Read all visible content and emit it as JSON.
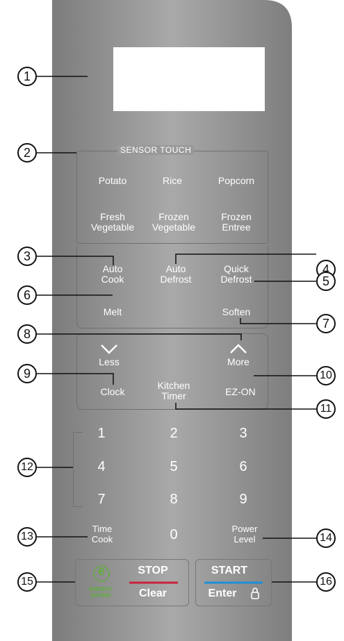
{
  "display_label": "",
  "sensor_touch": {
    "title": "SENSOR TOUCH",
    "buttons": [
      "Potato",
      "Rice",
      "Popcorn",
      "Fresh\nVegetable",
      "Frozen\nVegetable",
      "Frozen\nEntree"
    ]
  },
  "cook_group": {
    "auto_cook": "Auto\nCook",
    "auto_defrost": "Auto\nDefrost",
    "quick_defrost": "Quick\nDefrost",
    "melt": "Melt",
    "soften": "Soften"
  },
  "adjust_group": {
    "less": "Less",
    "more": "More",
    "clock": "Clock",
    "kitchen_timer": "Kitchen\nTimer",
    "ez_on": "EZ-ON"
  },
  "keypad": [
    "1",
    "2",
    "3",
    "4",
    "5",
    "6",
    "7",
    "8",
    "9"
  ],
  "zero": "0",
  "time_cook": "Time\nCook",
  "power_level": "Power\nLevel",
  "energy_saving": {
    "letter": "e",
    "text": "ENERGY\nSAVING"
  },
  "stop_clear": {
    "top": "STOP",
    "bottom": "Clear"
  },
  "start_enter": {
    "top": "START",
    "bottom": "Enter"
  },
  "callouts": [
    "1",
    "2",
    "3",
    "4",
    "5",
    "6",
    "7",
    "8",
    "9",
    "10",
    "11",
    "12",
    "13",
    "14",
    "15",
    "16"
  ],
  "colors": {
    "panel": "#8e8e8e",
    "stop_line": "#c8223c",
    "start_line": "#1f8fd8",
    "eco_green": "#5fae3c"
  }
}
